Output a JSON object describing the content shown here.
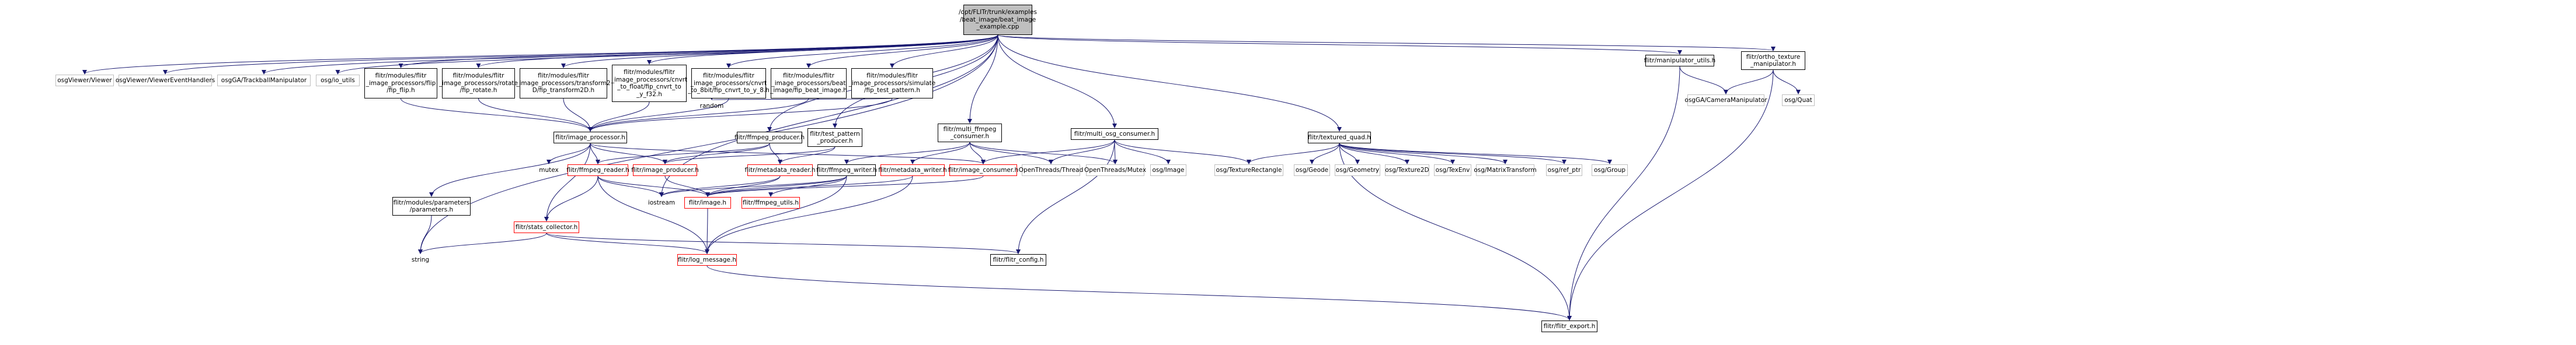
{
  "nodes": {
    "root": "/opt/FLITr/trunk/examples\n/beat_image/beat_image\n_example.cpp",
    "osgviewer": "osgViewer/Viewer",
    "osgviewer_handlers": "osgViewer/ViewerEventHandlers",
    "osgga_trackball": "osgGA/TrackballManipulator",
    "osgdb": "osg/io_utils",
    "flip": "flitr/modules/flitr\n_image_processors/flip\n/fip_flip.h",
    "rotate": "flitr/modules/flitr\n_image_processors/rotate\n/fip_rotate.h",
    "transform2d": "flitr/modules/flitr\n_image_processors/transform2\nD/fip_transform2D.h",
    "cnvrt_float": "flitr/modules/flitr\n_image_processors/cnvrt\n_to_float/fip_cnvrt_to\n_y_f32.h",
    "cnvrt_8bit": "flitr/modules/flitr\n_image_processors/cnvrt\n_to_8bit/fip_cnvrt_to_y_8.h",
    "beat": "flitr/modules/flitr\n_image_processors/beat\n_image/fip_beat_image.h",
    "simulate": "flitr/modules/flitr\n_image_processors/simulate\n/fip_test_pattern.h",
    "multi_ffmpeg": "flitr/multi_ffmpeg\n_consumer.h",
    "multi_osg": "flitr/multi_osg_consumer.h",
    "manipulator_utils": "flitr/manipulator_utils.h",
    "ortho": "flitr/ortho_texture\n_manipulator.h",
    "image_processor": "flitr/image_processor.h",
    "random": "random",
    "ffmpeg_producer": "flitr/ffmpeg_producer.h",
    "test_pattern": "flitr/test_pattern\n_producer.h",
    "textured_quad": "flitr/textured_quad.h",
    "mutex": "mutex",
    "ffmpeg_reader": "flitr/ffmpeg_reader.h",
    "image_producer": "flitr/image_producer.h",
    "metadata_reader": "flitr/metadata_reader.h",
    "ffmpeg_writer": "flitr/ffmpeg_writer.h",
    "metadata_writer": "flitr/metadata_writer.h",
    "image_consumer": "flitr/image_consumer.h",
    "ot_thread": "OpenThreads/Thread",
    "ot_mutex": "OpenThreads/Mutex",
    "osg_image": "osg/Image",
    "texrect": "osg/TextureRectangle",
    "geode": "osg/Geode",
    "geometry": "osg/Geometry",
    "tex2d": "osg/Texture2D",
    "texenv": "osg/TexEnv",
    "matrixtransform": "osg/MatrixTransform",
    "ref_ptr": "osg/ref_ptr",
    "group": "osg/Group",
    "camera_manip": "osgGA/CameraManipulator",
    "quat": "osg/Quat",
    "parameters": "flitr/modules/parameters\n/parameters.h",
    "stats_collector": "flitr/stats_collector.h",
    "iostream": "iostream",
    "flitr_image": "flitr/image.h",
    "ffmpeg_utils": "flitr/ffmpeg_utils.h",
    "string": "string",
    "log_message": "flitr/log_message.h",
    "flitr_config": "flitr/flitr_config.h",
    "flitr_export": "flitr/flitr_export.h"
  },
  "colors": {
    "edge": "#191970",
    "border": "#000000",
    "red": "#ff0000",
    "gray": "#bfbfbf",
    "root_fill": "#bfbfbf"
  }
}
